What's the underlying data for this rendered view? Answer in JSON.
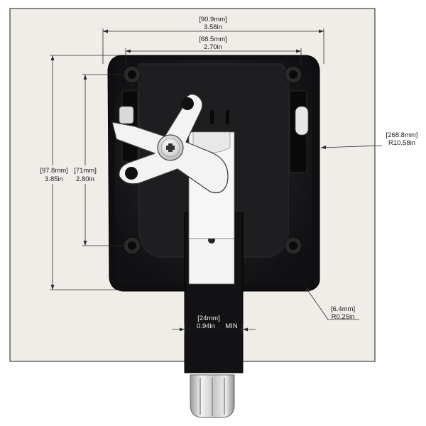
{
  "dimensions": {
    "overall_width": {
      "mm": "[90.9mm]",
      "in": "3.58in"
    },
    "hole_width": {
      "mm": "[68.5mm]",
      "in": "2.70in"
    },
    "overall_height": {
      "mm": "[97.8mm]",
      "in": "3.85in"
    },
    "hole_height": {
      "mm": "[71mm]",
      "in": "2.80in"
    },
    "curve_radius": {
      "mm": "[268.8mm]",
      "in": "R10.58in"
    },
    "corner_radius": {
      "mm": "[6.4mm]",
      "in": "R0.25in"
    },
    "min_thickness": {
      "mm": "[24mm]",
      "in": "0.94in",
      "suffix": "MIN"
    }
  },
  "colors": {
    "panel_background": "#f0ede8",
    "body": "#1b1b1d",
    "metal": "#f4f4f4"
  }
}
